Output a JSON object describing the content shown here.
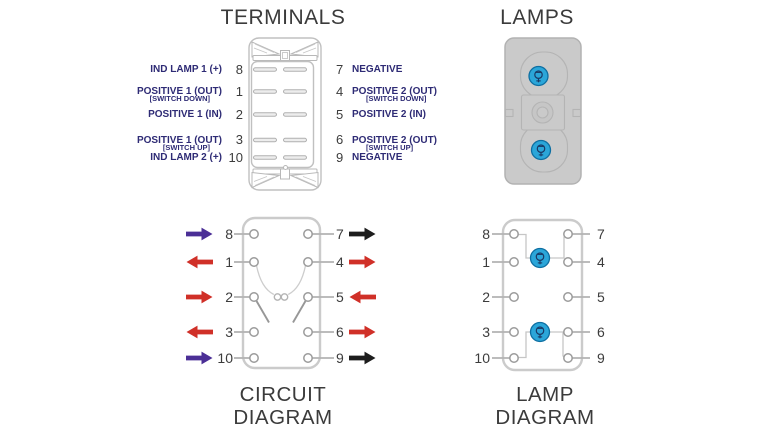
{
  "colors": {
    "lamp_blue": "#2ba6d9",
    "lamp_blue_ring": "#0e6fa2",
    "lamp_glyph_navy": "#1a3a66",
    "arrow_red": "#d03028",
    "arrow_purple": "#4b2f96",
    "arrow_black": "#1d1d1d",
    "label_navy": "#2e2b75"
  },
  "terminals": {
    "title": "TERMINALS",
    "left": [
      {
        "number": "8",
        "label": "IND LAMP 1 (+)",
        "sublabel": ""
      },
      {
        "number": "1",
        "label": "POSITIVE 1 (OUT)",
        "sublabel": "[SWITCH DOWN]"
      },
      {
        "number": "2",
        "label": "POSITIVE 1 (IN)",
        "sublabel": ""
      },
      {
        "number": "3",
        "label": "POSITIVE 1 (OUT)",
        "sublabel": "[SWITCH UP]"
      },
      {
        "number": "10",
        "label": "IND LAMP 2 (+)",
        "sublabel": ""
      }
    ],
    "right": [
      {
        "number": "7",
        "label": "NEGATIVE",
        "sublabel": ""
      },
      {
        "number": "4",
        "label": "POSITIVE 2 (OUT)",
        "sublabel": "[SWITCH DOWN]"
      },
      {
        "number": "5",
        "label": "POSITIVE 2 (IN)",
        "sublabel": ""
      },
      {
        "number": "6",
        "label": "POSITIVE 2 (OUT)",
        "sublabel": "[SWITCH UP]"
      },
      {
        "number": "9",
        "label": "NEGATIVE",
        "sublabel": ""
      }
    ]
  },
  "lamps": {
    "title": "LAMPS",
    "lamp_count": 2
  },
  "circuit": {
    "title_line1": "CIRCUIT",
    "title_line2": "DIAGRAM",
    "left": [
      {
        "number": "8",
        "arrow_color": "purple",
        "arrow_direction": "right"
      },
      {
        "number": "1",
        "arrow_color": "red",
        "arrow_direction": "left"
      },
      {
        "number": "2",
        "arrow_color": "red",
        "arrow_direction": "right"
      },
      {
        "number": "3",
        "arrow_color": "red",
        "arrow_direction": "left"
      },
      {
        "number": "10",
        "arrow_color": "purple",
        "arrow_direction": "right"
      }
    ],
    "right": [
      {
        "number": "7",
        "arrow_color": "black",
        "arrow_direction": "right"
      },
      {
        "number": "4",
        "arrow_color": "red",
        "arrow_direction": "right"
      },
      {
        "number": "5",
        "arrow_color": "red",
        "arrow_direction": "left"
      },
      {
        "number": "6",
        "arrow_color": "red",
        "arrow_direction": "right"
      },
      {
        "number": "9",
        "arrow_color": "black",
        "arrow_direction": "right"
      }
    ]
  },
  "lamp_diagram": {
    "title_line1": "LAMP",
    "title_line2": "DIAGRAM",
    "left_numbers": [
      "8",
      "1",
      "2",
      "3",
      "10"
    ],
    "right_numbers": [
      "7",
      "4",
      "5",
      "6",
      "9"
    ],
    "connections": [
      {
        "lamp": "top",
        "from": "8",
        "to": "7"
      },
      {
        "lamp": "bottom",
        "from": "10",
        "to": "9"
      }
    ]
  }
}
